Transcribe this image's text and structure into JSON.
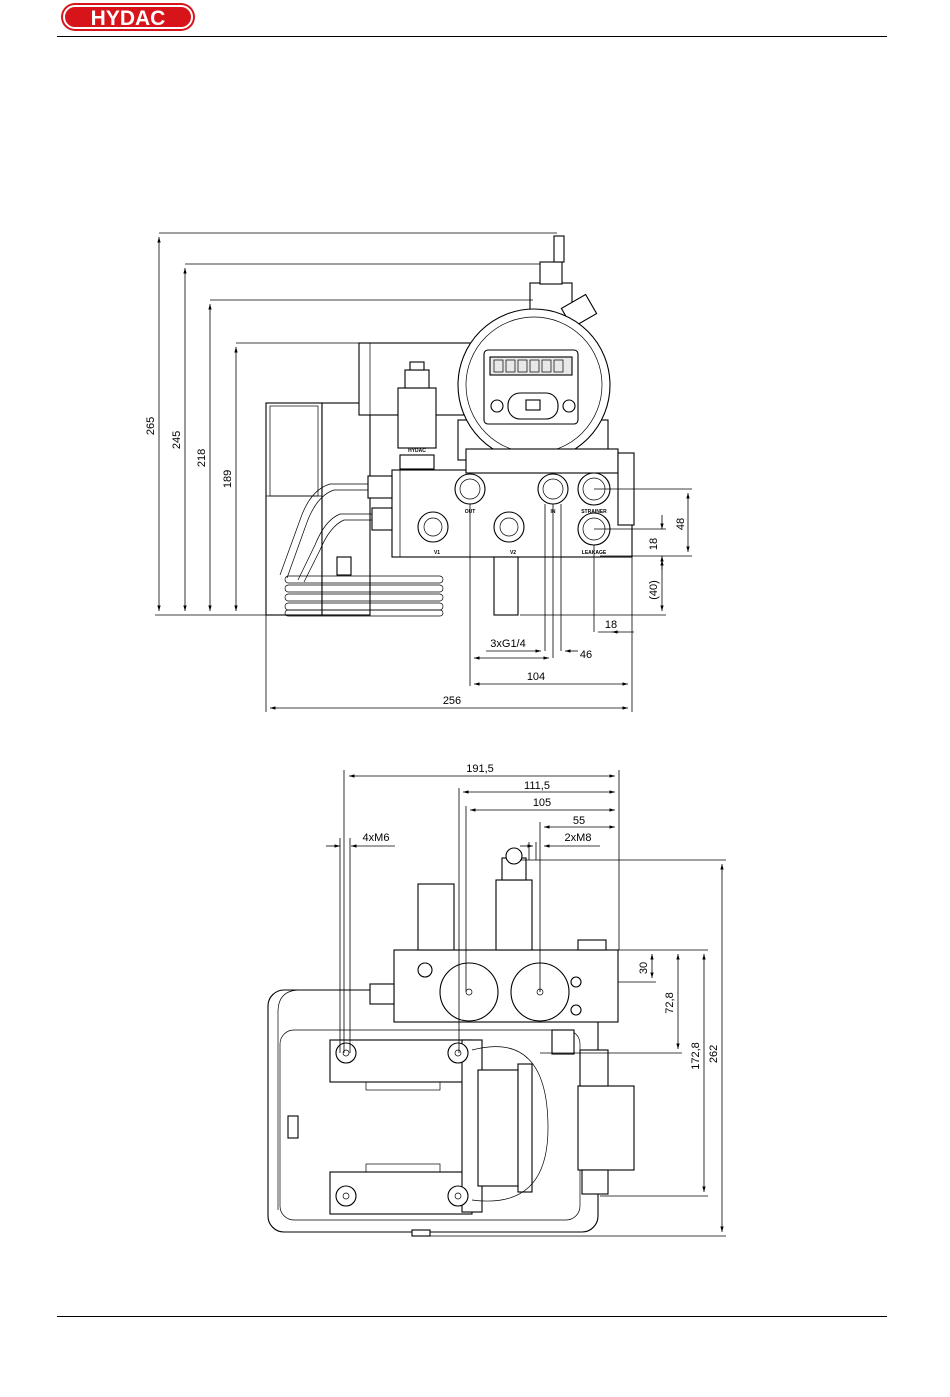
{
  "header": {
    "logo_text": "HYDAC",
    "brand_color": "#d7141a"
  },
  "side_view": {
    "heights": [
      "265",
      "245",
      "218",
      "189"
    ],
    "right_dims": [
      "48",
      "18",
      "(40)",
      "18"
    ],
    "bottom_dims": [
      "3xG1/4",
      "46",
      "104",
      "256"
    ],
    "port_labels": [
      "OUT",
      "IN",
      "STRAINER",
      "LEAKAGE",
      "V1",
      "V2"
    ],
    "component_label": "HYDAC"
  },
  "top_view": {
    "top_dims": [
      "191,5",
      "111,5",
      "105",
      "55",
      "2xM8",
      "4xM6"
    ],
    "right_dims": [
      "30",
      "72,8",
      "172,8",
      "262"
    ]
  }
}
